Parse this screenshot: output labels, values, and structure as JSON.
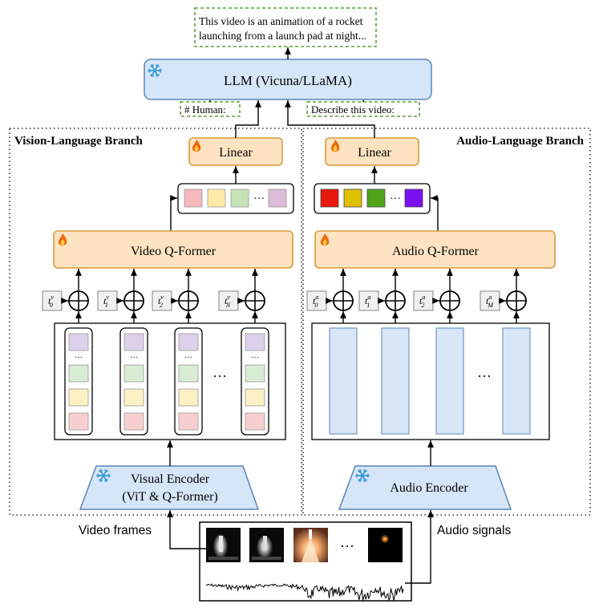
{
  "output_text": {
    "line1": "This video is an animation of a rocket",
    "line2": "launching from a launch pad at night..."
  },
  "llm": {
    "label": "LLM (Vicuna/LLaMA)"
  },
  "prompts": {
    "human": "# Human:",
    "describe": "Describe this video:"
  },
  "vision_branch": {
    "title": "Vision-Language Branch",
    "linear_label": "Linear",
    "qformer_label": "Video Q-Former",
    "encoder_line1": "Visual Encoder",
    "encoder_line2": "(ViT & Q-Former)",
    "timestamps": [
      {
        "base": "t",
        "sup": "v",
        "sub": "0"
      },
      {
        "base": "t",
        "sup": "v",
        "sub": "1"
      },
      {
        "base": "t",
        "sup": "v",
        "sub": "2"
      },
      {
        "base": "t",
        "sup": "v",
        "sub": "N"
      }
    ],
    "token_colors": [
      "#f4b8bd",
      "#fde9a8",
      "#c6e3b8",
      "#dcbcd8"
    ],
    "frame_token_colors": [
      "#ddd0ea",
      "#d8ecd3",
      "#fdf0c4",
      "#f8cfd0"
    ]
  },
  "audio_branch": {
    "title": "Audio-Language Branch",
    "linear_label": "Linear",
    "qformer_label": "Audio Q-Former",
    "encoder_label": "Audio Encoder",
    "timestamps": [
      {
        "base": "t",
        "sup": "a",
        "sub": "0"
      },
      {
        "base": "t",
        "sup": "a",
        "sub": "1"
      },
      {
        "base": "t",
        "sup": "a",
        "sub": "2"
      },
      {
        "base": "t",
        "sup": "a",
        "sub": "M"
      }
    ],
    "token_colors": [
      "#e8180f",
      "#dfc100",
      "#4fa31a",
      "#7a10f0"
    ],
    "feature_color": "#d8e6f8"
  },
  "inputs": {
    "video_label": "Video frames",
    "audio_label": "Audio signals"
  },
  "ellipsis": "···",
  "colors": {
    "trainable_fill": "#fde3c1",
    "trainable_stroke": "#d79b3a",
    "frozen_fill": "#d6e6f8",
    "frozen_stroke": "#5c84b8",
    "dashed_green": "#5f9e3a",
    "snowflake": "#3c9bd8",
    "flame": "#f06a10"
  }
}
